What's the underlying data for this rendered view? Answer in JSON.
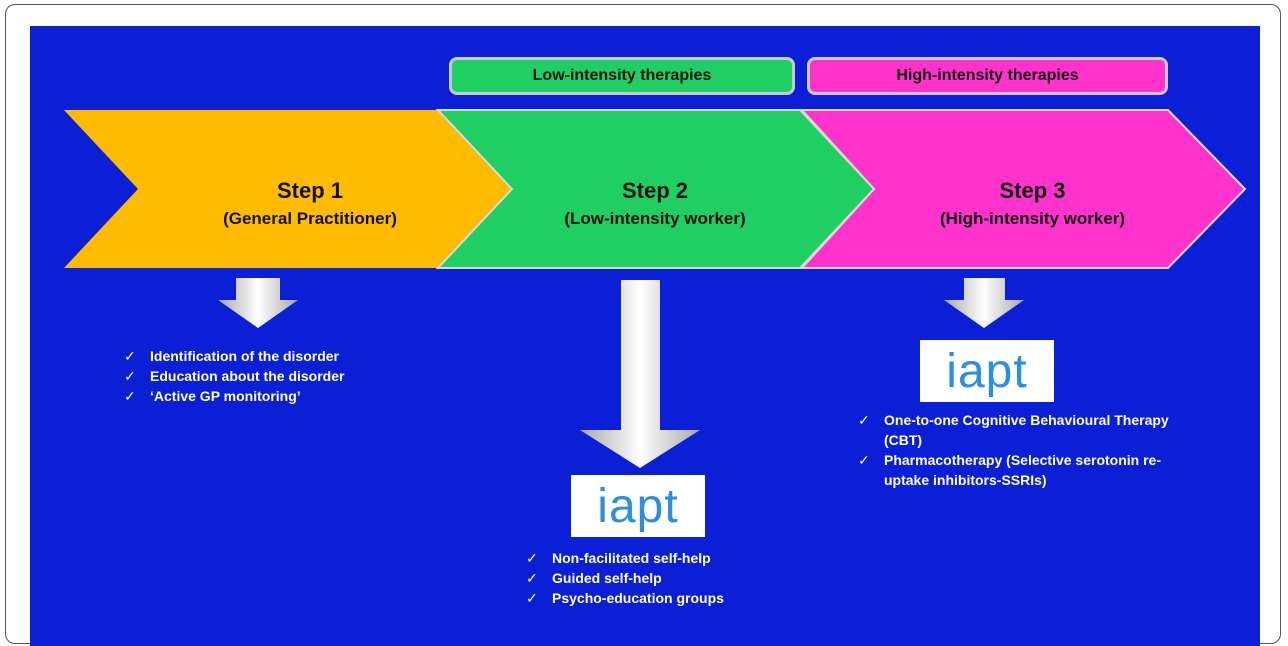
{
  "labels": {
    "low_intensity": "Low-intensity therapies",
    "high_intensity": "High-intensity therapies"
  },
  "steps": [
    {
      "title": "Step 1",
      "subtitle": "(General Practitioner)",
      "color": "#ffbb00"
    },
    {
      "title": "Step 2",
      "subtitle": "(Low-intensity worker)",
      "color": "#1fcf62"
    },
    {
      "title": "Step 3",
      "subtitle": "(High-intensity worker)",
      "color": "#ff33cc"
    }
  ],
  "step1_items": [
    "Identification of the disorder",
    "Education about the disorder",
    "‘Active GP monitoring’"
  ],
  "step2_items": [
    "Non-facilitated self-help",
    "Guided self-help",
    "Psycho-education groups"
  ],
  "step3_items": [
    "One-to-one Cognitive Behavioural Therapy (CBT)",
    "Pharmacotherapy (Selective serotonin re-uptake inhibitors-SSRIs)"
  ],
  "logo_text": "iapt",
  "check_glyph": "✓",
  "colors": {
    "background": "#0a1fd6",
    "logo": "#2a8fe0"
  }
}
